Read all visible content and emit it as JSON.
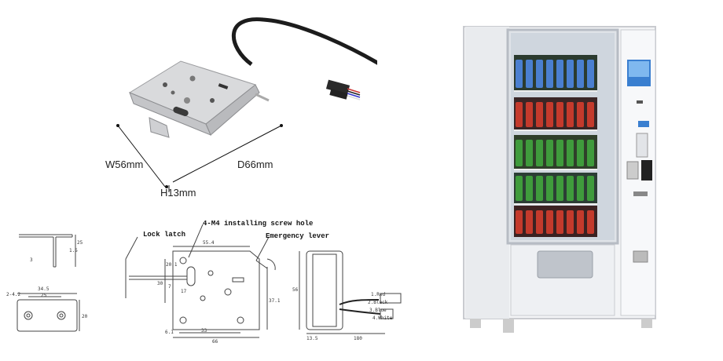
{
  "product_photo": {
    "dim_width": "W56mm",
    "dim_depth": "D66mm",
    "dim_height": "H13mm"
  },
  "drawing": {
    "callout_screw": "4-M4 installing screw hole",
    "callout_latch": "Lock latch",
    "callout_lever": "Emergency lever",
    "latch_part": {
      "d_3": "3",
      "d_1_5": "1.5",
      "d_25": "25"
    },
    "bracket": {
      "d_34_5": "34.5",
      "d_25": "25",
      "d_20": "20",
      "d_holes": "2-4.2"
    },
    "front": {
      "d_55_4": "55.4",
      "d_20_1": "20.1",
      "d_30": "30",
      "d_7": "7",
      "d_17": "17",
      "d_37_1": "37.1",
      "d_33": "33",
      "d_66": "66",
      "d_6_1": "6.1"
    },
    "side": {
      "d_56": "56",
      "d_13_5": "13.5",
      "d_180": "180",
      "wire_1": "1.Red",
      "wire_2": "2.Black",
      "wire_3": "3.Blue",
      "wire_4": "4.White"
    }
  },
  "colors": {
    "metal": "#d9dadc",
    "cable": "#1c1c1c",
    "drawing_line": "#444444",
    "machine_white": "#f3f4f6",
    "screen_blue": "#3a7fd0"
  }
}
